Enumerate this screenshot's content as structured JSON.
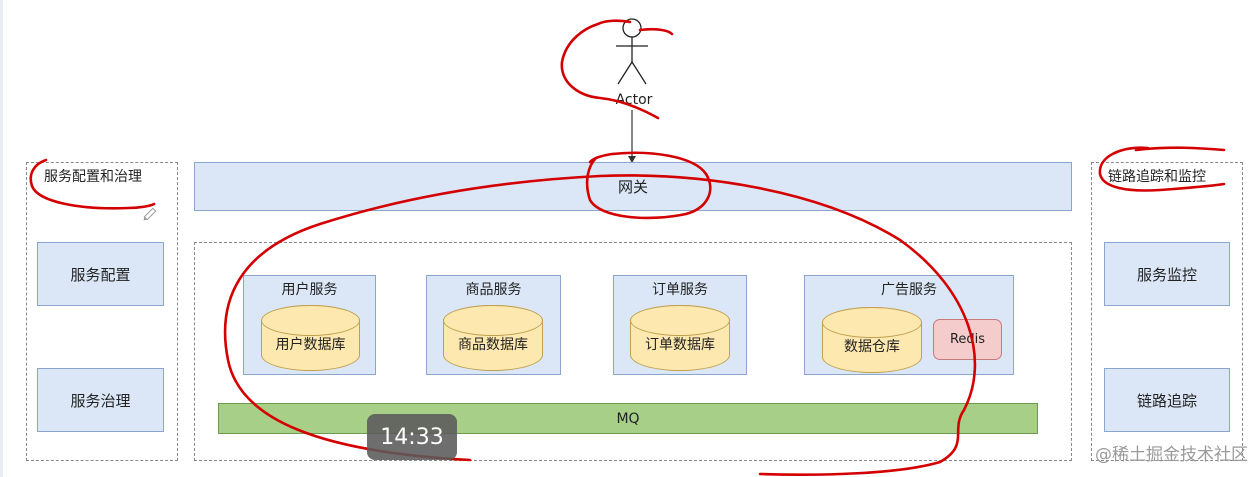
{
  "actor": {
    "label": "Actor"
  },
  "gateway": {
    "label": "网关"
  },
  "left_panel": {
    "title": "服务配置和治理",
    "items": [
      "服务配置",
      "服务治理"
    ]
  },
  "right_panel": {
    "title": "链路追踪和监控",
    "items": [
      "服务监控",
      "链路追踪"
    ]
  },
  "services": [
    {
      "title": "用户服务",
      "db": "用户数据库"
    },
    {
      "title": "商品服务",
      "db": "商品数据库"
    },
    {
      "title": "订单服务",
      "db": "订单数据库"
    },
    {
      "title": "广告服务",
      "db": "数据仓库",
      "cache": "Redis"
    }
  ],
  "mq": {
    "label": "MQ"
  },
  "video_timer": "14:33",
  "watermark": "@稀土掘金技术社区",
  "colors": {
    "box_blue": "#dbe7f7",
    "db_yellow": "#fde9b0",
    "redis_pink": "#f4cccc",
    "mq_green": "#a8cf88",
    "annotation_red": "#d40000"
  }
}
